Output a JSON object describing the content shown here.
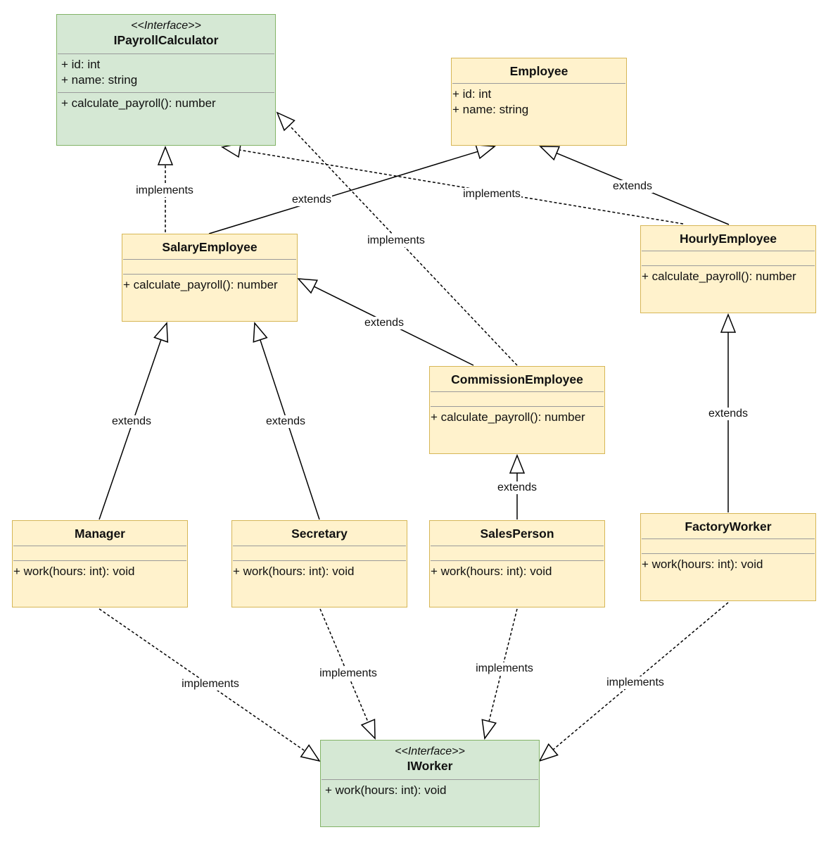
{
  "classes": {
    "ipayroll": {
      "stereotype": "<<Interface>>",
      "name": "IPayrollCalculator",
      "attributes": [
        "+ id: int",
        "+ name: string"
      ],
      "methods": [
        "+ calculate_payroll(): number"
      ]
    },
    "employee": {
      "name": "Employee",
      "attributes": [
        "+ id: int",
        "+ name: string"
      ]
    },
    "salary": {
      "name": "SalaryEmployee",
      "methods": [
        "+ calculate_payroll(): number"
      ]
    },
    "hourly": {
      "name": "HourlyEmployee",
      "methods": [
        "+ calculate_payroll(): number"
      ]
    },
    "commission": {
      "name": "CommissionEmployee",
      "methods": [
        "+ calculate_payroll(): number"
      ]
    },
    "manager": {
      "name": "Manager",
      "methods": [
        "+ work(hours: int): void"
      ]
    },
    "secretary": {
      "name": "Secretary",
      "methods": [
        "+ work(hours: int): void"
      ]
    },
    "salesperson": {
      "name": "SalesPerson",
      "methods": [
        "+ work(hours: int): void"
      ]
    },
    "factory": {
      "name": "FactoryWorker",
      "methods": [
        "+ work(hours: int): void"
      ]
    },
    "iworker": {
      "stereotype": "<<Interface>>",
      "name": "IWorker",
      "methods": [
        "+ work(hours: int): void"
      ]
    }
  },
  "relations": [
    {
      "from": "salary",
      "to": "ipayroll",
      "kind": "implements",
      "label": "implements"
    },
    {
      "from": "salary",
      "to": "employee",
      "kind": "extends",
      "label": "extends"
    },
    {
      "from": "hourly",
      "to": "ipayroll",
      "kind": "implements",
      "label": "implements"
    },
    {
      "from": "hourly",
      "to": "employee",
      "kind": "extends",
      "label": "extends"
    },
    {
      "from": "commission",
      "to": "ipayroll",
      "kind": "implements",
      "label": "implements"
    },
    {
      "from": "commission",
      "to": "salary",
      "kind": "extends",
      "label": "extends"
    },
    {
      "from": "manager",
      "to": "salary",
      "kind": "extends",
      "label": "extends"
    },
    {
      "from": "secretary",
      "to": "salary",
      "kind": "extends",
      "label": "extends"
    },
    {
      "from": "salesperson",
      "to": "commission",
      "kind": "extends",
      "label": "extends"
    },
    {
      "from": "factory",
      "to": "hourly",
      "kind": "extends",
      "label": "extends"
    },
    {
      "from": "manager",
      "to": "iworker",
      "kind": "implements",
      "label": "implements"
    },
    {
      "from": "secretary",
      "to": "iworker",
      "kind": "implements",
      "label": "implements"
    },
    {
      "from": "salesperson",
      "to": "iworker",
      "kind": "implements",
      "label": "implements"
    },
    {
      "from": "factory",
      "to": "iworker",
      "kind": "implements",
      "label": "implements"
    }
  ]
}
